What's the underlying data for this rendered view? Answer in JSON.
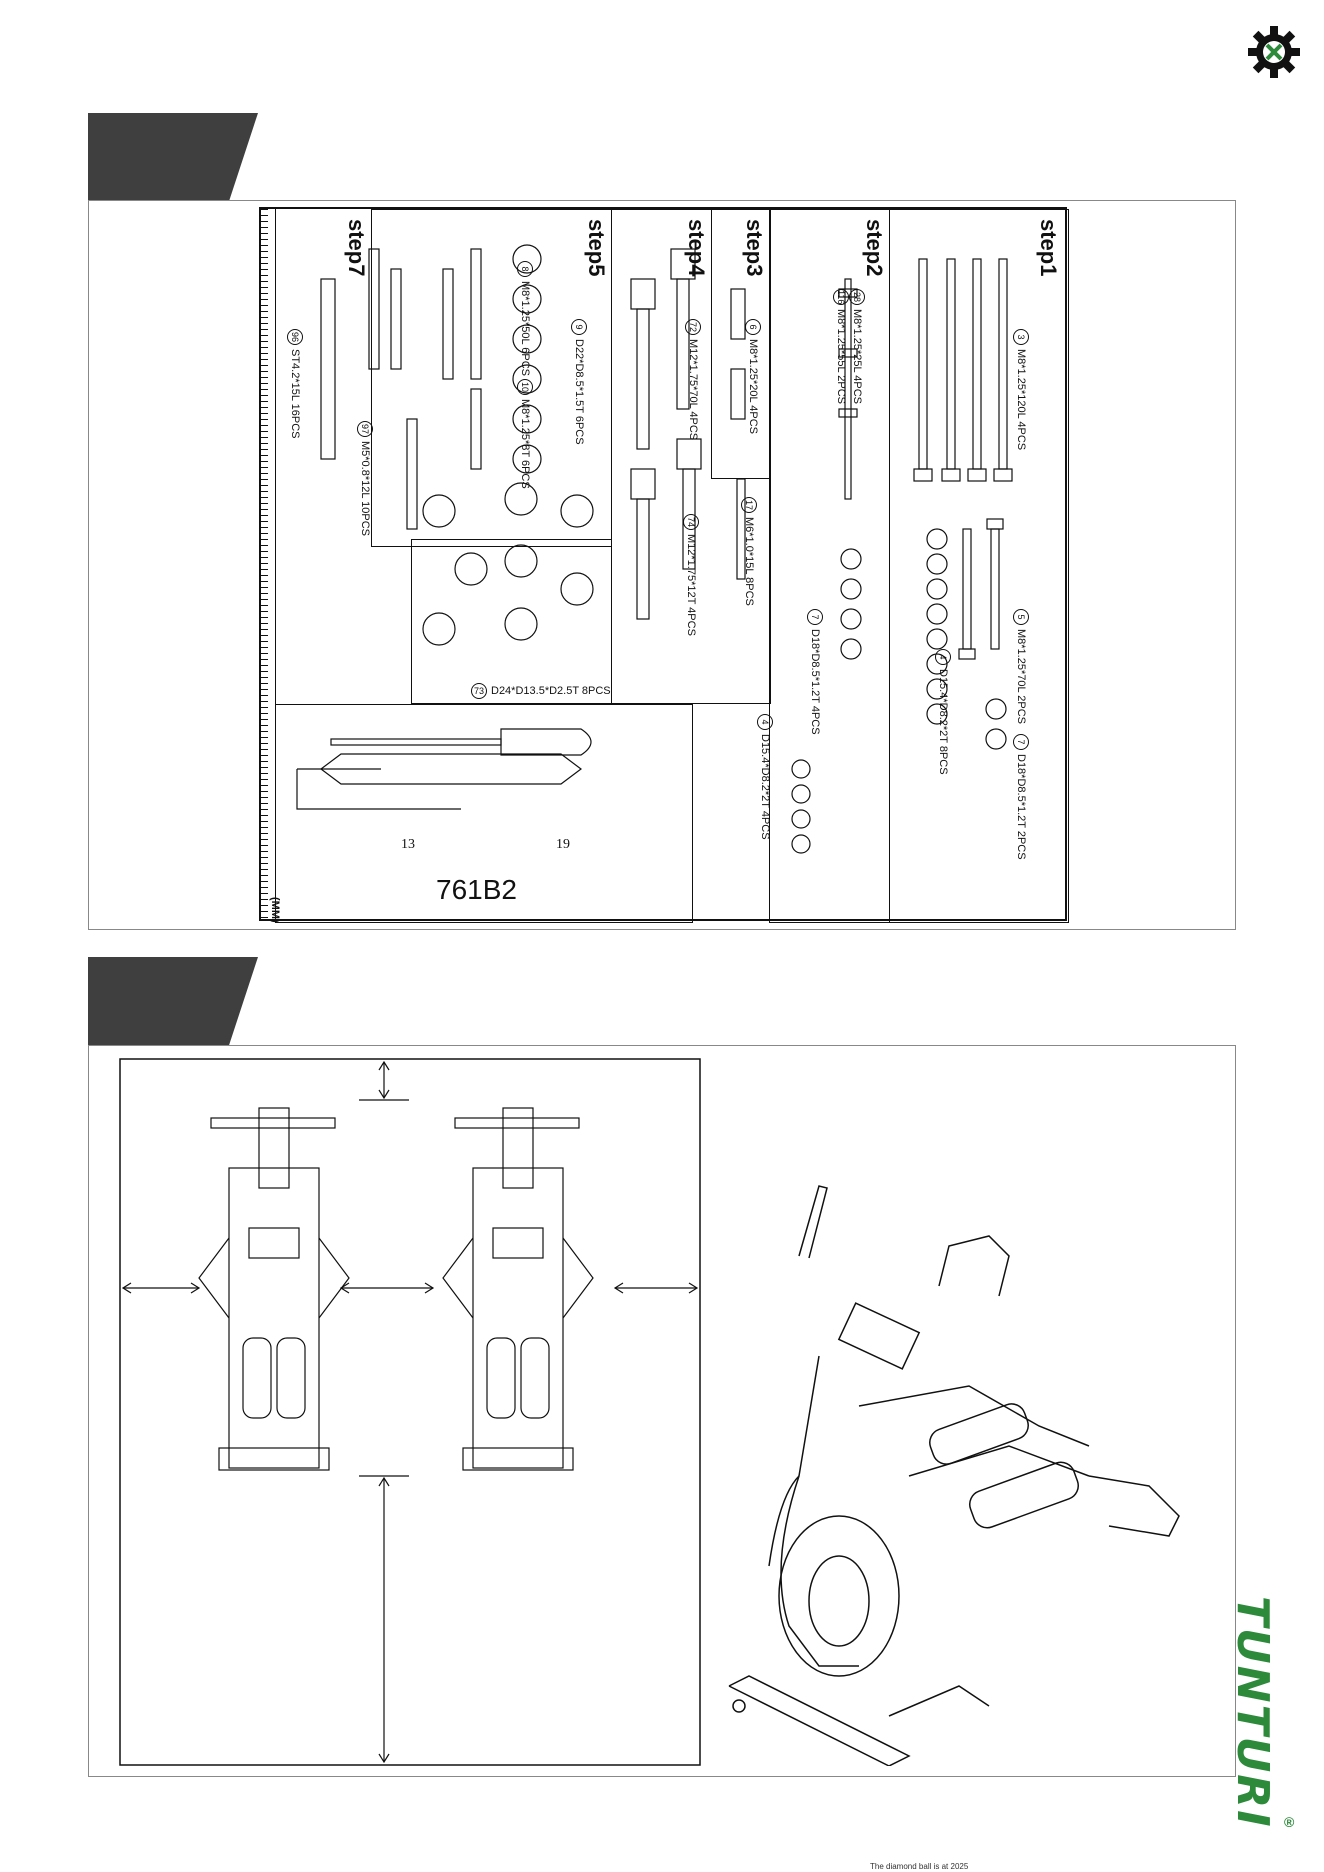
{
  "hardware": {
    "steps": {
      "step1": {
        "title": "step1",
        "items": [
          {
            "num": "3",
            "label": "M8*1.25*120L    4PCS"
          },
          {
            "num": "5",
            "label": "M8*1.25*70L    2PCS"
          },
          {
            "num": "4",
            "label": "D15.4*D8.2*2T    8PCS"
          },
          {
            "num": "7",
            "label": "D18*D8.5*1.2T    2PCS"
          }
        ]
      },
      "step2": {
        "title": "step2",
        "items": [
          {
            "num": "28",
            "label": "M8*1.25*25L    4PCS"
          },
          {
            "num": "116",
            "label": "M8*1.25*55L    2PCS"
          },
          {
            "num": "7",
            "label": "D18*D8.5*1.2T    4PCS"
          },
          {
            "num": "4",
            "label": "D15.4*D8.2*2T    4PCS"
          }
        ]
      },
      "step3": {
        "title": "step3",
        "items": [
          {
            "num": "6",
            "label": "M8*1.25*20L    4PCS"
          }
        ]
      },
      "step4": {
        "title": "step4",
        "items": [
          {
            "num": "72",
            "label": "M12*1.75*70L    4PCS"
          },
          {
            "num": "74",
            "label": "M12*1.75*12T    4PCS"
          },
          {
            "num": "17",
            "label": "M6*1.0*15L    8PCS"
          },
          {
            "num": "73",
            "label": "D24*D13.5*D2.5T    8PCS"
          }
        ]
      },
      "step5": {
        "title": "step5",
        "items": [
          {
            "num": "9",
            "label": "D22*D8.5*1.5T    6PCS"
          },
          {
            "num": "8",
            "label": "M8*1.25*50L    6PCS"
          },
          {
            "num": "10",
            "label": "M8*1.25*8T    6PCS"
          }
        ]
      },
      "step7": {
        "title": "step7",
        "items": [
          {
            "num": "96",
            "label": "ST4.2*15L    16PCS"
          },
          {
            "num": "97",
            "label": "M5*0.8*12L    10PCS"
          }
        ]
      }
    },
    "tools": {
      "wrench_left": "13",
      "wrench_right": "19",
      "model": "761B2",
      "unit": "(MM)"
    }
  },
  "brand": {
    "name": "TUNTURI",
    "reg": "®",
    "color": "#2d8a3b"
  },
  "footer": "The diamond ball is at 2025"
}
